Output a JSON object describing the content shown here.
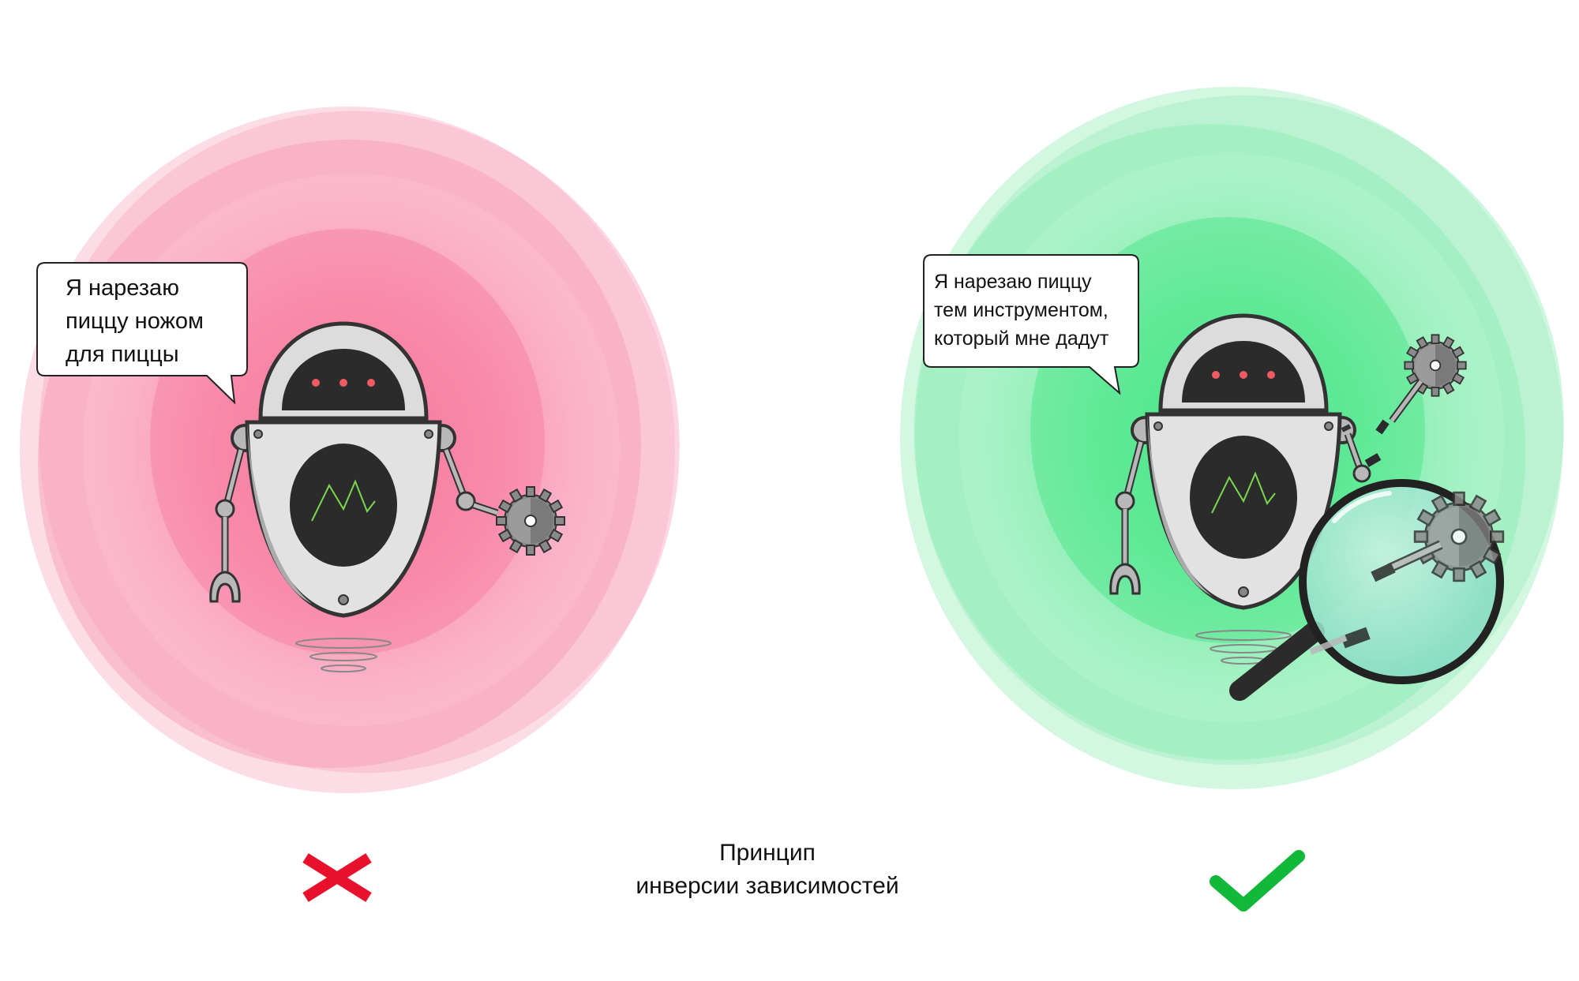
{
  "left_panel": {
    "verdict": "wrong",
    "bubble_lines": [
      "Я нарезаю",
      "пиццу ножом",
      "для пиццы"
    ],
    "colors": {
      "blob": "#f76b94",
      "mark": "#e8112d"
    },
    "tool_icon": "pizza-cutter-icon"
  },
  "right_panel": {
    "verdict": "correct",
    "bubble_lines": [
      "Я нарезаю пиццу",
      "тем инструментом,",
      "который мне дадут"
    ],
    "colors": {
      "blob": "#3ee680",
      "mark": "#12b83a"
    },
    "tool_icons": [
      "pizza-cutter-icon",
      "magnifier-icon"
    ]
  },
  "caption": {
    "line1": "Принцип",
    "line2": "инверсии зависимостей"
  }
}
